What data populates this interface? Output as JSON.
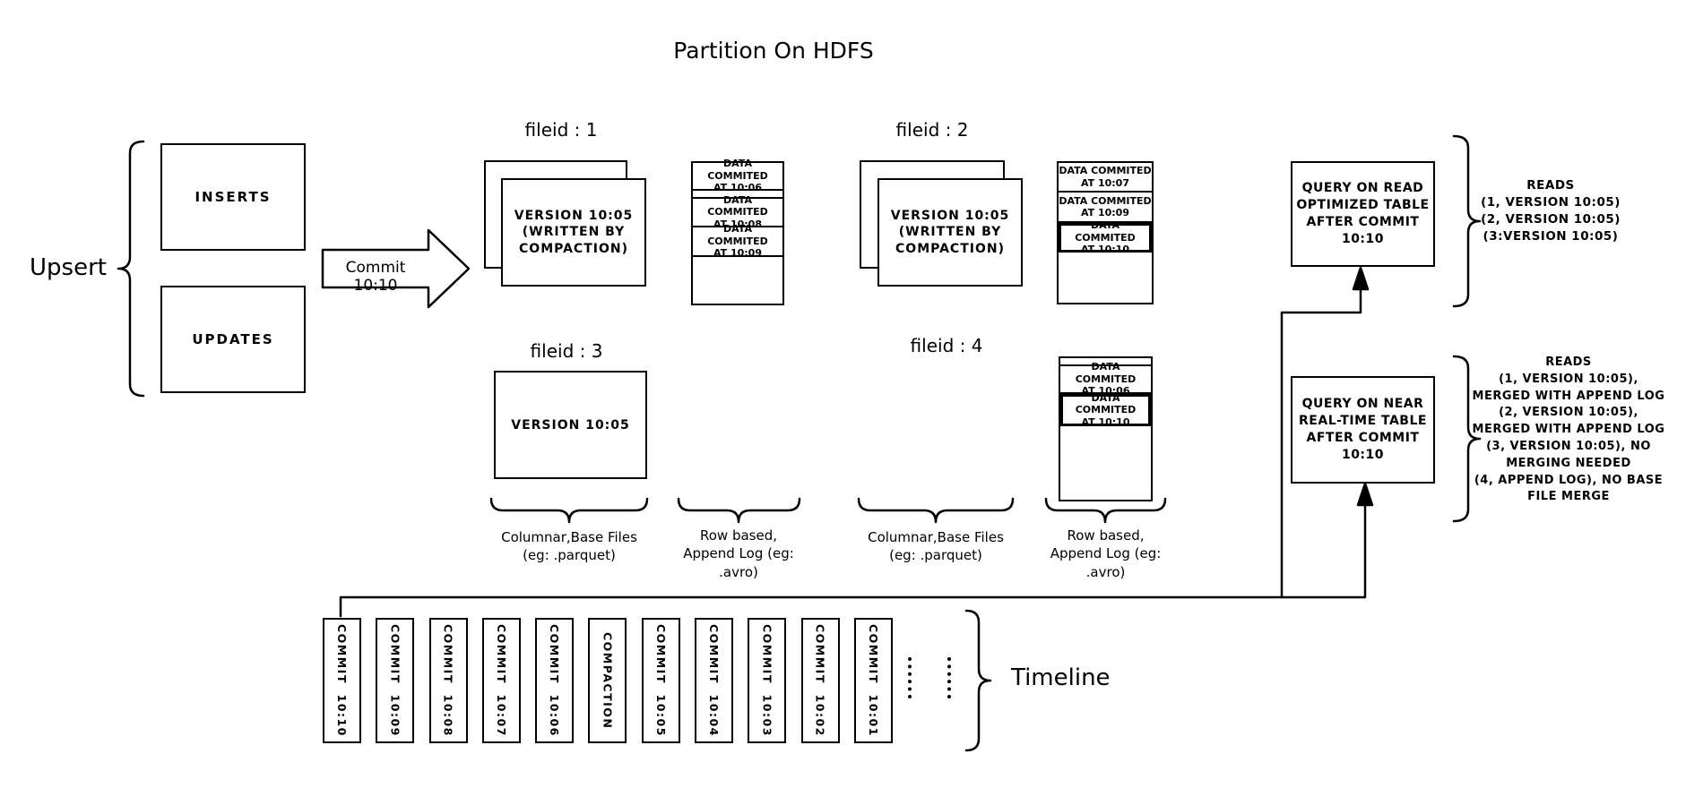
{
  "title": "Partition On HDFS",
  "upsert": {
    "label": "Upsert",
    "inserts_label": "INSERTS",
    "updates_label": "UPDATES",
    "arrow_label": "Commit 10:10"
  },
  "file_groups": {
    "f1": {
      "label": "fileid : 1",
      "base": "VERSION 10:05\n(WRITTEN BY\nCOMPACTION)"
    },
    "f2": {
      "label": "fileid : 2",
      "base": "VERSION 10:05\n(WRITTEN BY\nCOMPACTION)"
    },
    "f3": {
      "label": "fileid : 3",
      "base": "VERSION 10:05"
    },
    "f4": {
      "label": "fileid : 4"
    }
  },
  "logs": {
    "l1": {
      "segments": [
        "DATA COMMITED\nAT 10:06",
        "DATA COMMITED\nAT 10:08",
        "DATA COMMITED\nAT 10:09"
      ]
    },
    "l2": {
      "segments": [
        "DATA COMMITED\nAT 10:07",
        "DATA COMMITED\nAT 10:09",
        "DATA COMMITED\nAT 10:10"
      ]
    },
    "l4": {
      "segments": [
        "DATA COMMITED\nAT 10:06",
        "DATA COMMITED\nAT 10:10"
      ]
    }
  },
  "column_labels": {
    "columnar_1": "Columnar,Base Files\n(eg: .parquet)",
    "row_based_1": "Row based,\nAppend Log  (eg:\n.avro)",
    "columnar_2": "Columnar,Base Files\n(eg: .parquet)",
    "row_based_2": "Row based,\nAppend Log  (eg:\n.avro)"
  },
  "queries": {
    "read_optimized": {
      "box": "QUERY ON READ\nOPTIMIZED TABLE\nAFTER COMMIT\n10:10",
      "reads": "READS\n(1, VERSION 10:05)\n(2, VERSION 10:05)\n(3:VERSION 10:05)"
    },
    "near_real_time": {
      "box": "QUERY ON NEAR\nREAL-TIME TABLE\nAFTER COMMIT\n10:10",
      "reads": "READS\n(1, VERSION 10:05),\nMERGED WITH APPEND LOG\n(2, VERSION 10:05),\nMERGED WITH APPEND LOG\n(3, VERSION 10:05), NO\nMERGING NEEDED\n(4, APPEND LOG), NO BASE\nFILE MERGE"
    }
  },
  "timeline": {
    "label": "Timeline",
    "entries": [
      "COMMIT  10:10",
      "COMMIT  10:09",
      "COMMIT  10:08",
      "COMMIT  10:07",
      "COMMIT  10:06",
      "COMPACTION",
      "COMMIT  10:05",
      "COMMIT  10:04",
      "COMMIT  10:03",
      "COMMIT  10:02",
      "COMMIT  10:01"
    ]
  },
  "colors": {
    "stroke": "#000000",
    "background": "#ffffff"
  }
}
